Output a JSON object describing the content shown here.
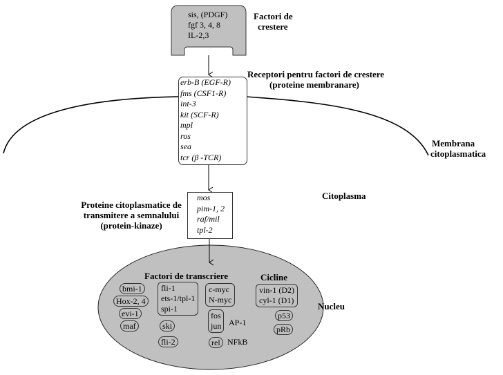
{
  "growth_factors": {
    "items": [
      "sis, (PDGF)",
      "fgf 3, 4, 8",
      "IL-2,3"
    ],
    "label_line1": "Factori de",
    "label_line2": "crestere"
  },
  "receptors": {
    "label_line1": "Receptori pentru factori de crestere",
    "label_line2": "(proteine membranare)",
    "items": [
      "erb-B (EGF-R)",
      "fms (CSF1-R)",
      "int-3",
      "kit (SCF-R)",
      "mpl",
      "ros",
      "sea",
      "tcr (β -TCR)"
    ]
  },
  "membrane": {
    "label_line1": "Membrana",
    "label_line2": "citoplasmatica"
  },
  "cytoplasm": {
    "label": "Citoplasma"
  },
  "kinases": {
    "label_line1": "Proteine citoplasmatice de",
    "label_line2": "transmitere a semnalului",
    "label_line3": "(protein-kinaze)",
    "items": [
      "mos",
      "pim-1, 2",
      "raf/mil",
      "tpl-2"
    ]
  },
  "nucleus": {
    "label": "Nucleu",
    "fill_color": "#c0c0c0",
    "transcription_title": "Factori de transcriere",
    "cyclins_title": "Cicline",
    "left_pills": [
      "bmi-1",
      "Hox-2, 4",
      "evi-1",
      "maf"
    ],
    "ets_group": [
      "fli-1",
      "ets-1/tpl-1",
      "spi-1"
    ],
    "ski": "ski",
    "fli2": "fli-2",
    "myc_group": [
      "c-myc",
      "N-myc"
    ],
    "ap1_group": [
      "fos",
      "jun"
    ],
    "ap1_label": "AP-1",
    "rel": "rel",
    "nfkb_label": "NFkB",
    "cyclin_group": [
      "vin-1 (D2)",
      "cyl-1 (D1)"
    ],
    "p53": "p53",
    "prb": "pRb"
  }
}
